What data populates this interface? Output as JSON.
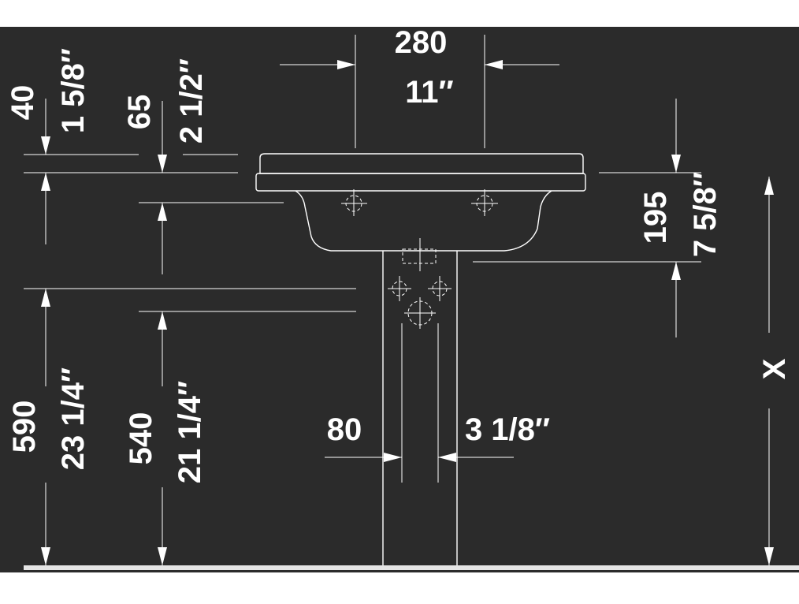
{
  "colors": {
    "background": "#2b2b2b",
    "lines": "#ffffff",
    "outer": "#ffffff"
  },
  "dimensions": {
    "top_width_mm": "280",
    "top_width_in": "11″",
    "rim_40_mm": "40",
    "rim_40_in": "1 5/8″",
    "rim_65_mm": "65",
    "rim_65_in": "2 1/2″",
    "depth_195_mm": "195",
    "depth_195_in": "7 5/8″",
    "height_590_mm": "590",
    "height_590_in": "23 1/4″",
    "height_540_mm": "540",
    "height_540_in": "21 1/4″",
    "pedestal_80_mm": "80",
    "pedestal_80_in": "3 1/8″",
    "variable_height": "X"
  }
}
